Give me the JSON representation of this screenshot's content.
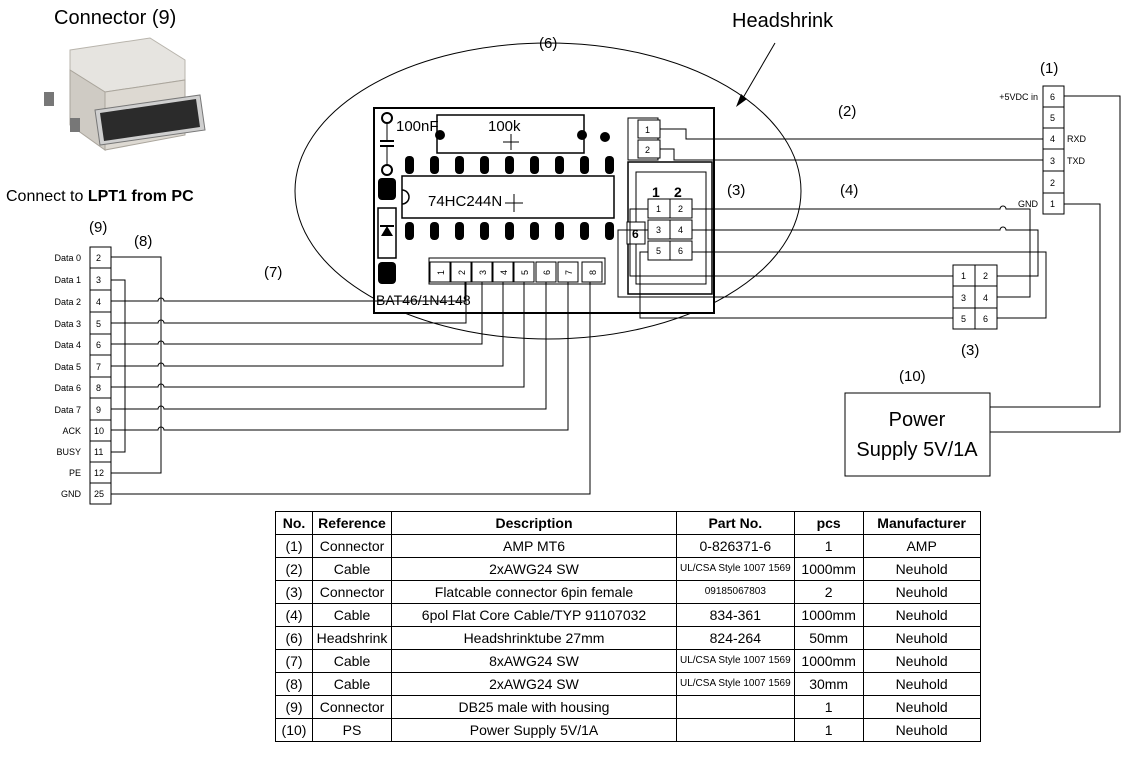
{
  "labels": {
    "connector9_title": "Connector (9)",
    "connect_prefix": "Connect to ",
    "connect_bold": "LPT1 from PC",
    "headshrink": "Headshrink",
    "tag1": "(1)",
    "tag2": "(2)",
    "tag3a": "(3)",
    "tag3b": "(3)",
    "tag4": "(4)",
    "tag6": "(6)",
    "tag7": "(7)",
    "tag8": "(8)",
    "tag9": "(9)",
    "tag10": "(10)",
    "power_line1": "Power",
    "power_line2": "Supply 5V/1A"
  },
  "pcb": {
    "cap": "100nF",
    "res": "100k",
    "ic": "74HC244N",
    "diode": "BAT46/1N4148",
    "header8": [
      "1",
      "2",
      "3",
      "4",
      "5",
      "6",
      "7",
      "8"
    ],
    "header2": [
      "1",
      "2"
    ],
    "header6": [
      "1",
      "2",
      "3",
      "4",
      "5",
      "6"
    ],
    "conn_top": [
      "1",
      "2"
    ],
    "conn_side": "6"
  },
  "db25": {
    "names": [
      "Data 0",
      "Data 1",
      "Data 2",
      "Data 3",
      "Data 4",
      "Data 5",
      "Data 6",
      "Data 7",
      "ACK",
      "BUSY",
      "PE",
      "GND"
    ],
    "pins": [
      "2",
      "3",
      "4",
      "5",
      "6",
      "7",
      "8",
      "9",
      "10",
      "11",
      "12",
      "25"
    ]
  },
  "mt6": {
    "pins": [
      "6",
      "5",
      "4",
      "3",
      "2",
      "1"
    ],
    "left_labels": [
      "+5VDC in",
      "",
      "",
      "",
      "",
      "GND"
    ],
    "right_labels": [
      "",
      "",
      "RXD",
      "TXD",
      "",
      ""
    ]
  },
  "flatconn": [
    "1",
    "2",
    "3",
    "4",
    "5",
    "6"
  ],
  "bom": {
    "headers": [
      "No.",
      "Reference",
      "Description",
      "Part No.",
      "pcs",
      "Manufacturer"
    ],
    "rows": [
      [
        "(1)",
        "Connector",
        "AMP MT6",
        "0-826371-6",
        "1",
        "AMP"
      ],
      [
        "(2)",
        "Cable",
        "2xAWG24 SW",
        "UL/CSA Style 1007 1569",
        "1000mm",
        "Neuhold"
      ],
      [
        "(3)",
        "Connector",
        "Flatcable connector 6pin female",
        "09185067803",
        "2",
        "Neuhold"
      ],
      [
        "(4)",
        "Cable",
        "6pol Flat Core Cable/TYP 91107032",
        "834-361",
        "1000mm",
        "Neuhold"
      ],
      [
        "(6)",
        "Headshrink",
        "Headshrinktube 27mm",
        "824-264",
        "50mm",
        "Neuhold"
      ],
      [
        "(7)",
        "Cable",
        "8xAWG24 SW",
        "UL/CSA Style 1007 1569",
        "1000mm",
        "Neuhold"
      ],
      [
        "(8)",
        "Cable",
        "2xAWG24 SW",
        "UL/CSA Style 1007 1569",
        "30mm",
        "Neuhold"
      ],
      [
        "(9)",
        "Connector",
        "DB25 male with housing",
        "",
        "1",
        "Neuhold"
      ],
      [
        "(10)",
        "PS",
        "Power Supply 5V/1A",
        "",
        "1",
        "Neuhold"
      ]
    ]
  }
}
